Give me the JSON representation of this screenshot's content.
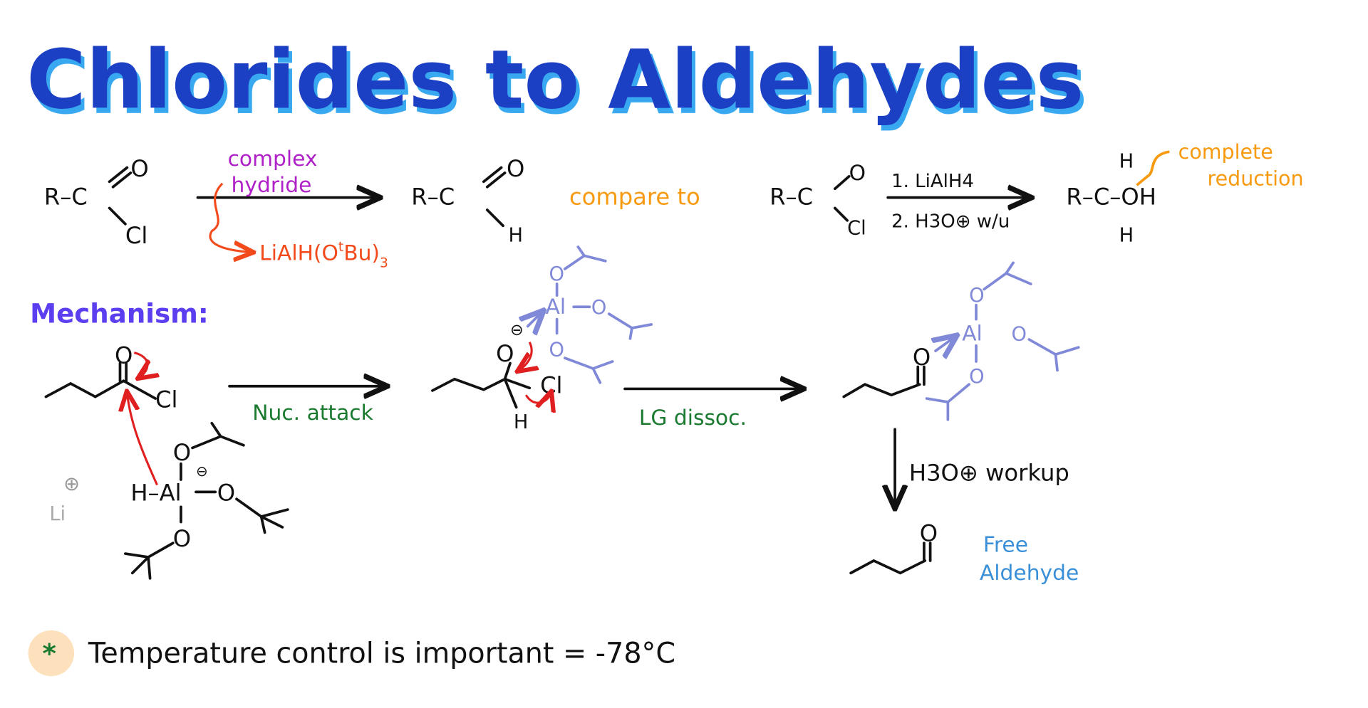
{
  "title": "Chlorides to Aldehydes",
  "top_reaction": {
    "reactant": {
      "r": "R–C",
      "o": "O",
      "cl": "Cl"
    },
    "reagent_label": [
      "complex",
      "hydride"
    ],
    "reagent_formula": "LiAlH(O",
    "reagent_sup": "t",
    "reagent_tail": "Bu)",
    "reagent_sub": "3",
    "product": {
      "r": "R–C",
      "o": "O",
      "h": "H"
    },
    "compare_label": "compare to",
    "compare_reactant": {
      "r": "R–C",
      "o": "O",
      "cl": "Cl"
    },
    "compare_step1": "1. LiAlH4",
    "compare_step2": "2. H3O⊕ w/u",
    "compare_product": {
      "r": "R–C–OH",
      "h_top": "H",
      "h_bottom": "H"
    },
    "complete_reduction": [
      "complete",
      "reduction"
    ]
  },
  "mechanism": {
    "heading": "Mechanism:",
    "step1_label": "Nuc. attack",
    "step2_label": "LG dissoc.",
    "workup_label": "H3O⊕ workup",
    "free_aldehyde": [
      "Free",
      "Aldehyde"
    ],
    "li_label": "Li",
    "li_charge": "⊕",
    "hydride_complex": {
      "h": "H–Al",
      "o": "O",
      "charge": "⊖"
    },
    "cl": "Cl",
    "h": "H",
    "o": "O",
    "al": "Al",
    "minus": "⊖"
  },
  "note": {
    "icon": "asterisk-icon",
    "text": "Temperature control is important = -78°C"
  },
  "colors": {
    "title": "#1f3fc4",
    "title_shadow": "#38a8f0",
    "purple": "#b020c8",
    "orange_red": "#f24a1a",
    "orange": "#f89a10",
    "mechanism": "#5a3ef0",
    "green": "#1a7a30",
    "lavender": "#8088d8",
    "blue": "#3a90d8",
    "note_bg": "#fde0bc"
  }
}
